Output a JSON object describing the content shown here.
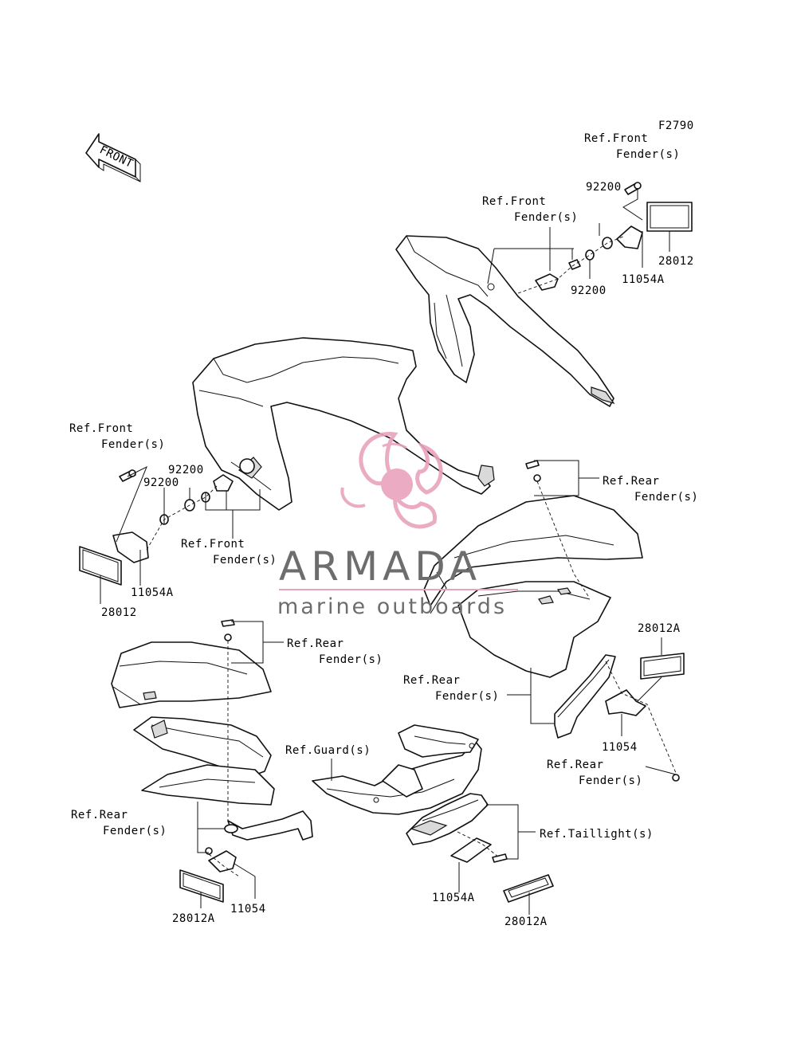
{
  "figure_code": "F2790",
  "front_arrow_text": "FRONT",
  "labels": {
    "ref_front_fender": [
      "Ref.Front",
      "Fender(s)"
    ],
    "ref_rear_fender": [
      "Ref.Rear",
      "Fender(s)"
    ],
    "ref_guard": "Ref.Guard(s)",
    "ref_taillight": "Ref.Taillight(s)"
  },
  "part_numbers": {
    "p92200": "92200",
    "p28012": "28012",
    "p11054A": "11054A",
    "p28012A": "28012A",
    "p11054": "11054"
  },
  "watermark": {
    "brand": "ARMADA",
    "tagline": "marine outboards",
    "color_pink": "#e8a3bd",
    "color_gray": "#6d6d6d"
  }
}
